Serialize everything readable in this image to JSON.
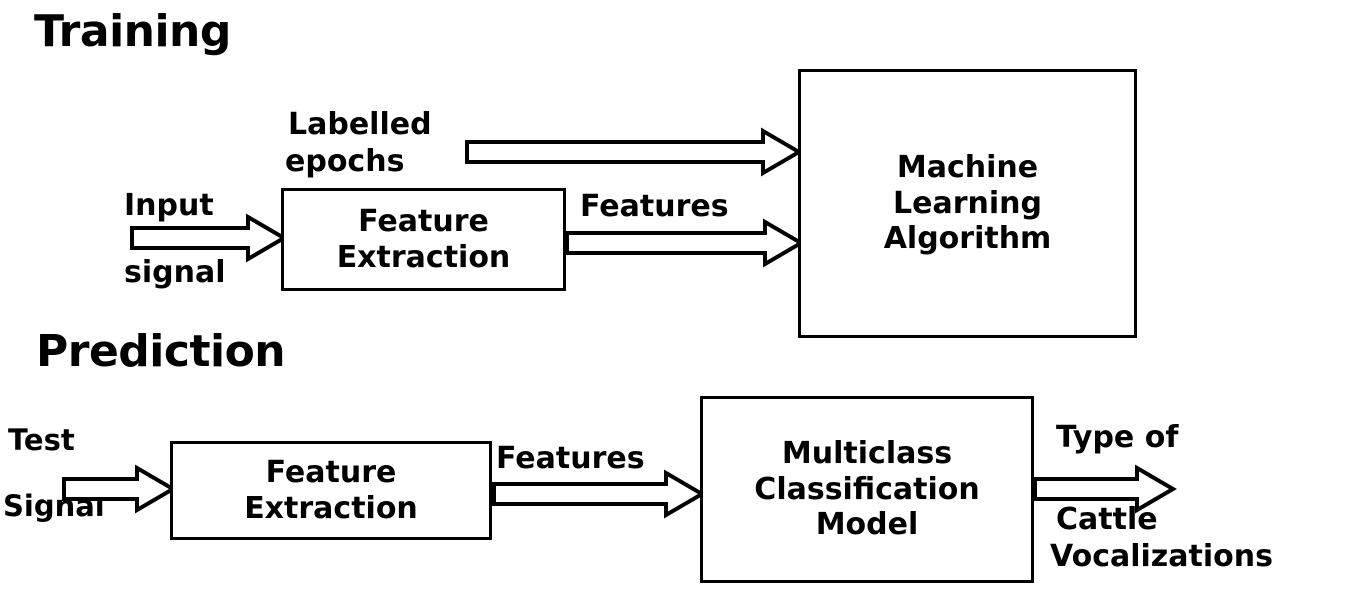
{
  "diagram": {
    "title_training": "Training",
    "title_prediction": "Prediction",
    "training": {
      "input_label_top": "Input",
      "input_label_bottom": "signal",
      "labelled_top": "Labelled",
      "labelled_bottom": "epochs",
      "feature_extraction_box": "Feature\nExtraction",
      "features_label": "Features",
      "ml_box": "Machine\nLearning\nAlgorithm"
    },
    "prediction": {
      "test_label_top": "Test",
      "test_label_bottom": "Signal",
      "feature_extraction_box": "Feature\nExtraction",
      "features_label": "Features",
      "model_box": "Multiclass\nClassification\nModel",
      "output_label_top": "Type of",
      "output_label_mid": "Cattle",
      "output_label_bottom": "Vocalizations"
    },
    "colors": {
      "ink": "#000000",
      "paper": "#ffffff",
      "arrow_fill": "#ffffff",
      "arrow_stroke": "#000000"
    },
    "icons": {
      "block_arrow": "block-arrow-right-icon"
    }
  }
}
